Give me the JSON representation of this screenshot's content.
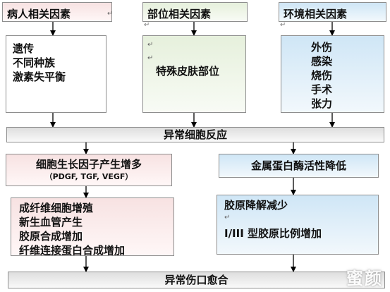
{
  "top_row": {
    "patient": {
      "title": "病人相关因素",
      "items": [
        "遗传",
        "不同种族",
        "激素失平衡"
      ]
    },
    "site": {
      "title": "部位相关因素",
      "items": [
        "特殊皮肤部位"
      ]
    },
    "environment": {
      "title": "环境相关因素",
      "items": [
        "外伤",
        "感染",
        "烧伤",
        "手术",
        "张力"
      ]
    }
  },
  "abnormal_cell_reaction": "异常细胞反应",
  "growth_factor": {
    "title": "细胞生长因子产生增多",
    "subtitle": "（PDGF, TGF, VEGF）"
  },
  "metalloproteinase": {
    "title": "金属蛋白酶活性降低"
  },
  "left_effects": [
    "成纤维细胞增殖",
    "新生血管产生",
    "胶原合成增加",
    "纤维连接蛋白合成增加"
  ],
  "right_effects": [
    "胶原降解减少",
    "I/III 型胶原比例增加"
  ],
  "abnormal_wound_healing": "异常伤口愈合",
  "return_mark": "↵",
  "watermark": "蜜颜",
  "colors": {
    "pink": "#f7e2e2",
    "green": "#e6f0dc",
    "blue": "#cfe6f6",
    "gray": "#dedede",
    "border": "#8e8e8e"
  }
}
